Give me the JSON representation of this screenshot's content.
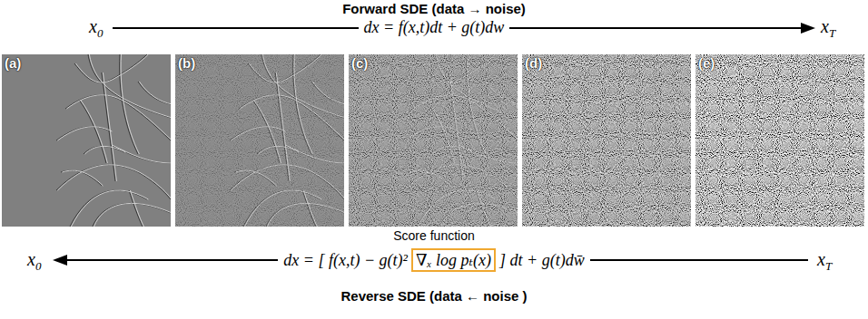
{
  "diagram": {
    "nodes": [
      {
        "text": [
          "(a)"
        ]
      },
      {
        "text": [
          "(b)"
        ]
      },
      {
        "text": [
          "(c)"
        ]
      },
      {
        "text": [
          "(d)"
        ]
      },
      {
        "text": [
          "(e)"
        ]
      },
      {
        "text": [
          "∇ₓ log pₜ(x)"
        ]
      }
    ],
    "labels": [
      "Forward SDE (data → noise)",
      "x",
      "0",
      "dx = f(x,t)dt + g(t)dw",
      "x",
      "T",
      "Score function",
      "x",
      "0",
      "dx = [ f(x,t) − g(t)²",
      "] dt + g(t)dw̄",
      "x",
      "T",
      "Reverse SDE (data ← noise )"
    ]
  }
}
